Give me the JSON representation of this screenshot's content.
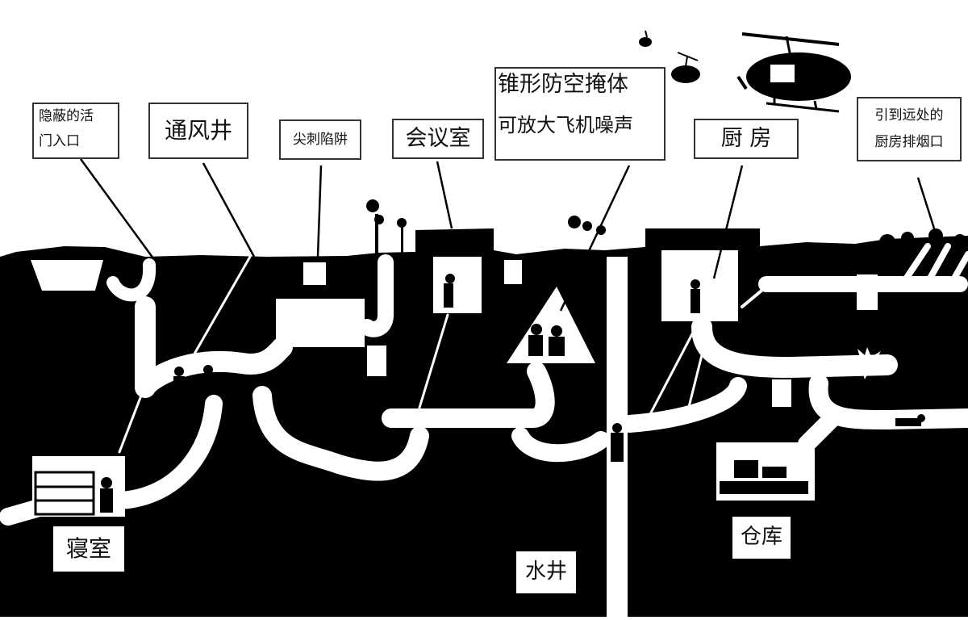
{
  "diagram": {
    "title": "",
    "colors": {
      "ground": "#000000",
      "sky": "#ffffff",
      "tunnel": "#ffffff",
      "label_border": "#333333"
    },
    "labels": {
      "trapdoor": {
        "line1": "隐蔽的活",
        "line2": "门入口"
      },
      "ventilation": {
        "text": "通风井"
      },
      "spike_trap": {
        "text": "尖刺陷阱"
      },
      "meeting_room": {
        "text": "会议室"
      },
      "cone_shelter": {
        "line1": "锥形防空掩体",
        "line2": "可放大飞机噪声"
      },
      "kitchen": {
        "text": "厨 房"
      },
      "chimney": {
        "line1": "引到远处的",
        "line2": "厨房排烟口"
      },
      "bedroom": {
        "text": "寝室"
      },
      "well": {
        "text": "水井"
      },
      "storage": {
        "text": "仓库"
      }
    },
    "icons": [
      "helicopter-large-icon",
      "helicopter-small-icon",
      "helicopter-tiny-icon",
      "explosion-icon",
      "person-icon",
      "tree-icon"
    ]
  }
}
